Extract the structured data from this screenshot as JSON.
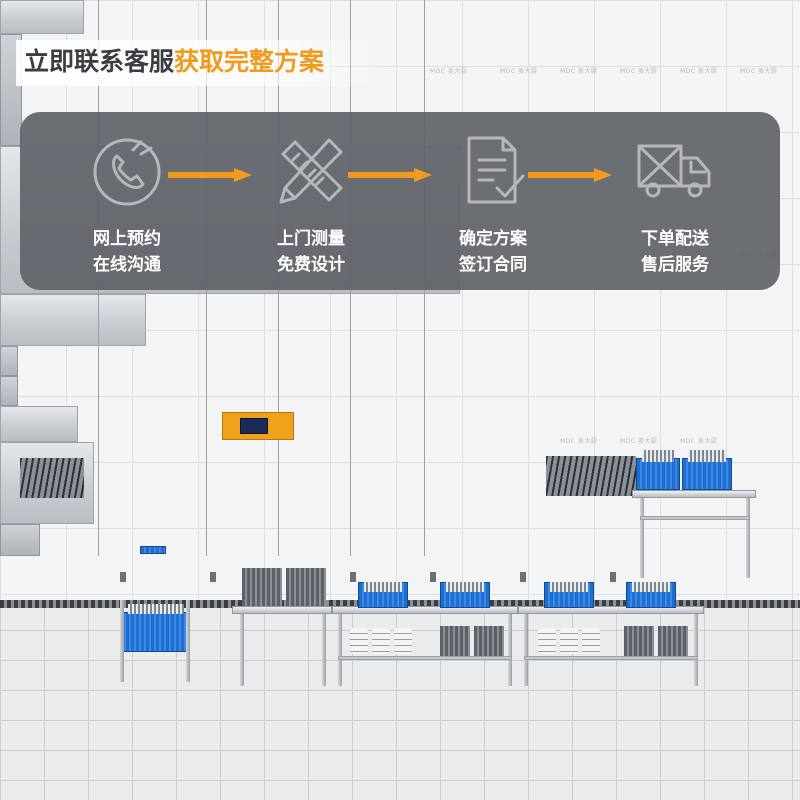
{
  "banner": {
    "text_main": "立即联系客服",
    "text_highlight": "获取完整方案"
  },
  "steps": [
    {
      "icon": "phone-icon",
      "line1": "网上预约",
      "line2": "在线沟通"
    },
    {
      "icon": "ruler-pencil-icon",
      "line1": "上门测量",
      "line2": "免费设计"
    },
    {
      "icon": "contract-document-icon",
      "line1": "确定方案",
      "line2": "签订合同"
    },
    {
      "icon": "delivery-truck-icon",
      "line1": "下单配送",
      "line2": "售后服务"
    }
  ],
  "watermark": "MDC 美大厨",
  "colors": {
    "accent": "#f29a1b",
    "card_bg": "#606368",
    "icon_stroke": "#b4b7bb",
    "text_white": "#ffffff",
    "basket_blue": "#1f6fd1"
  }
}
